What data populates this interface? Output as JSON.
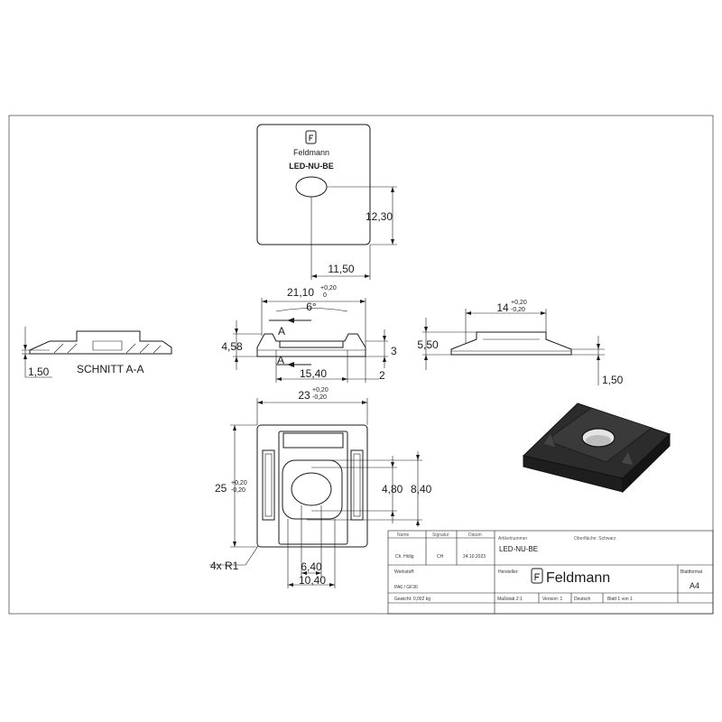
{
  "top_view": {
    "logo_text": "Feldmann",
    "part_label": "LED-NU-BE",
    "dim_height": "12,30",
    "dim_width": "11,50"
  },
  "front_view": {
    "dim_width": "21,10",
    "dim_width_tol_upper": "+0,20",
    "dim_width_tol_lower": "0",
    "angle": "6°",
    "section_mark_top": "A",
    "section_mark_bottom": "A",
    "dim_left_height": "4,58",
    "dim_right_height": "3",
    "dim_inner_width": "15,40",
    "dim_right_small": "2"
  },
  "side_view": {
    "dim_width": "14",
    "dim_width_tol_upper": "+0,20",
    "dim_width_tol_lower": "-0,20",
    "dim_height": "5,50",
    "dim_small": "1,50"
  },
  "section_view": {
    "dim_small": "1,50",
    "label": "SCHNITT A-A"
  },
  "bottom_view": {
    "dim_width": "23",
    "dim_width_tol_upper": "+0,20",
    "dim_width_tol_lower": "-0,20",
    "dim_height": "25",
    "dim_height_tol_upper": "+0,20",
    "dim_height_tol_lower": "-0,20",
    "dim_inner_1": "4,80",
    "dim_inner_2": "8,40",
    "radius_label": "4x R1",
    "dim_slot_1": "6,40",
    "dim_slot_2": "10,40"
  },
  "title_block": {
    "name_header": "Name",
    "signature_header": "Signatur",
    "date_header": "Datum",
    "article_header": "Artikelnummer",
    "surface_label": "Oberfläche: Schwarz",
    "drawn_by": "Ch. Hölig",
    "signature": "CH",
    "date": "24.10.2023",
    "article_number": "LED-NU-BE",
    "material_header": "Werkstoff:",
    "material": "PA6 / GF30",
    "manufacturer_header": "Hersteller:",
    "logo_text": "Feldmann",
    "sheet_format_header": "Blattformat",
    "sheet_format": "A4",
    "weight": "Gewicht: 0,002 kg",
    "scale": "Maßstab 2:1",
    "version": "Version: 1",
    "language": "Deutsch",
    "sheet": "Blatt 1 von 1"
  }
}
